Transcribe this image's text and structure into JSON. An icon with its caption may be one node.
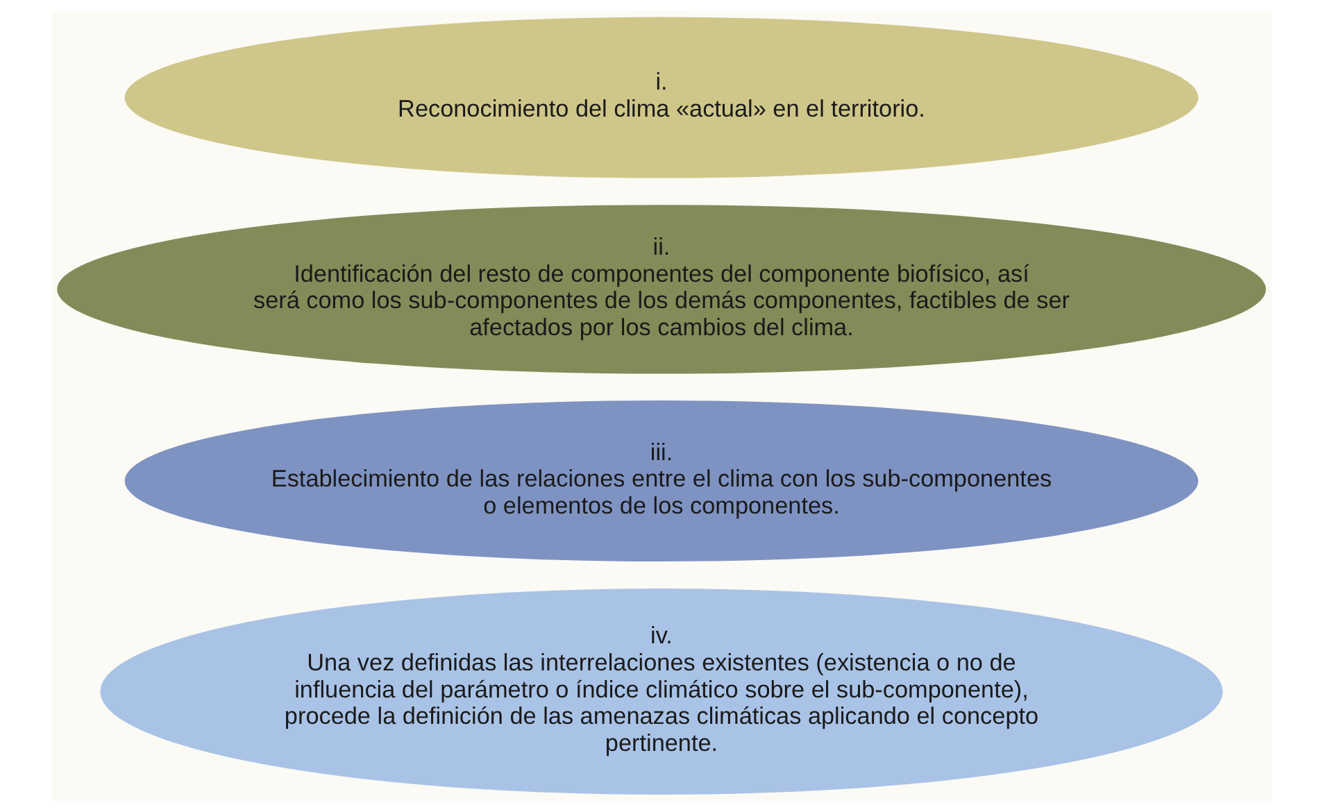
{
  "diagram": {
    "nodes": [
      {
        "text": [
          "i.",
          "Reconocimiento del clima «actual» en el territorio."
        ]
      },
      {
        "text": [
          "ii.",
          "Identificación del resto de componentes del componente biofísico, así será como los sub-componentes de los demás componentes, factibles de ser afectados por los cambios del clima."
        ]
      },
      {
        "text": [
          "iii.",
          "Establecimiento de las relaciones entre el clima con los sub-componentes o elementos de los componentes."
        ]
      },
      {
        "text": [
          "iv.",
          "Una vez definidas las interrelaciones existentes (existencia o no de influencia del parámetro o índice climático sobre el sub-componente), procede la definición de las amenazas climáticas aplicando el concepto pertinente."
        ]
      }
    ]
  }
}
